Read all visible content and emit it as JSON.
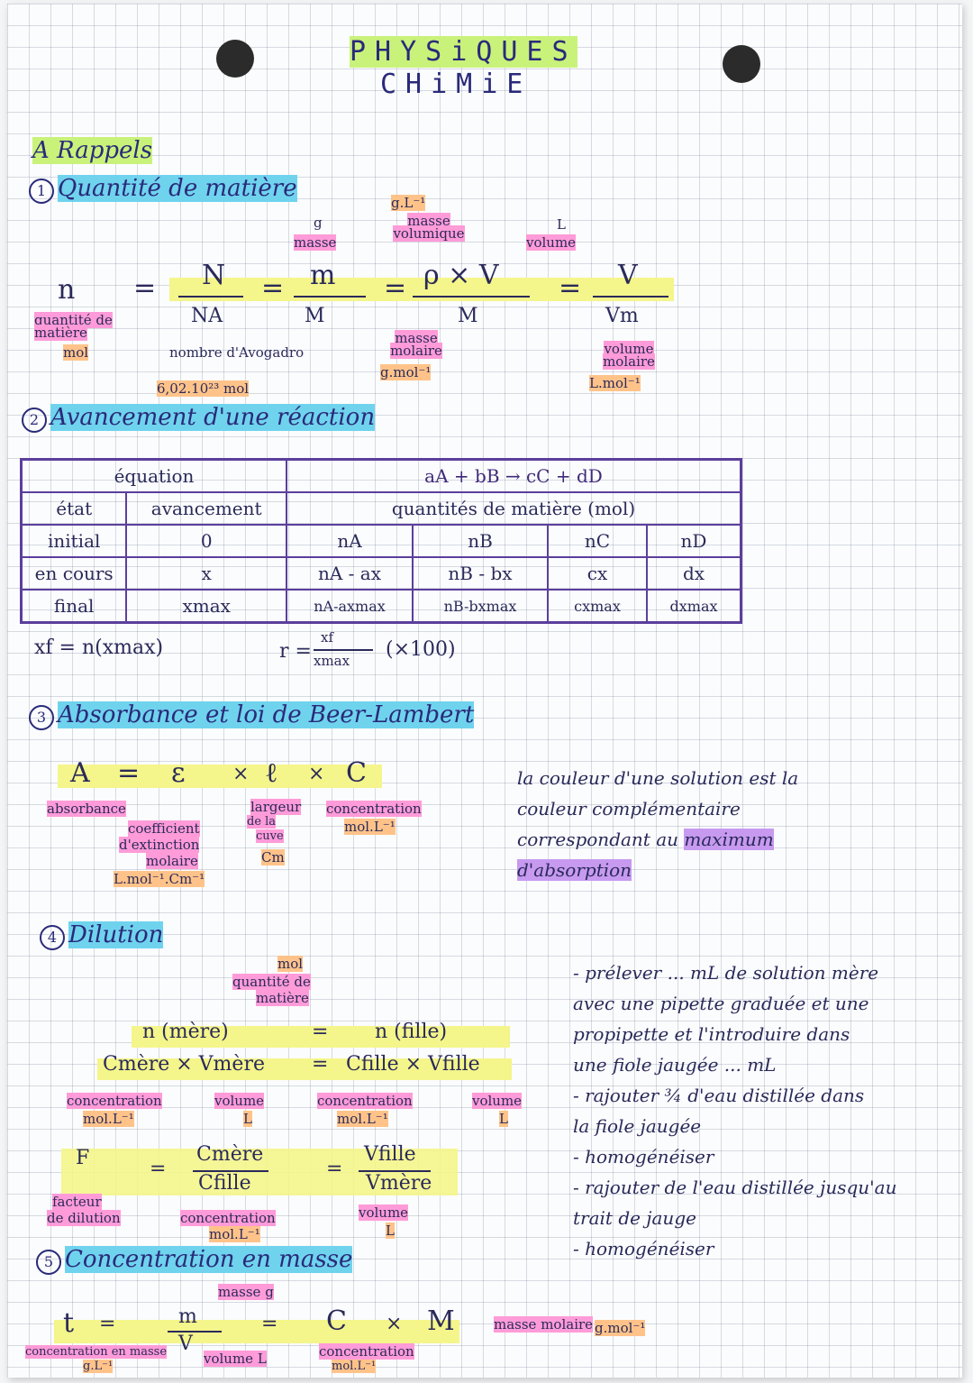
{
  "header": {
    "title_line1": "PHYSiQUES",
    "title_line2": "CHiMiE"
  },
  "sections": {
    "rappels": "A Rappels",
    "s1": {
      "num": "1",
      "title": "Quantité de matière"
    },
    "s2": {
      "num": "2",
      "title": "Avancement d'une réaction"
    },
    "s3": {
      "num": "3",
      "title": "Absorbance et loi de Beer-Lambert"
    },
    "s4": {
      "num": "4",
      "title": "Dilution"
    },
    "s5": {
      "num": "5",
      "title": "Concentration en masse"
    }
  },
  "quantite": {
    "n": "n",
    "eq": "=",
    "N": "N",
    "NA": "NA",
    "m": "m",
    "M1": "M",
    "rhoV": "ρ × V",
    "M2": "M",
    "V": "V",
    "Vm": "Vm",
    "n_label": "quantité de matière",
    "n_unit": "mol",
    "NA_label": "nombre d'Avogadro",
    "NA_value": "6,02.10²³ mol",
    "m_label": "masse",
    "m_unit": "g",
    "rho_label": "masse volumique",
    "rho_unit": "g.L⁻¹",
    "V_label": "volume",
    "V_unit": "L",
    "M_label": "masse molaire",
    "M_unit": "g.mol⁻¹",
    "Vm_label": "volume molaire",
    "Vm_unit": "L.mol⁻¹"
  },
  "table": {
    "equation_label": "équation",
    "equation": "aA  +  bB  →  cC  +  dD",
    "etat": "état",
    "avancement": "avancement",
    "quantites": "quantités de matière (mol)",
    "rows": [
      {
        "etat": "initial",
        "av": "0",
        "A": "nA",
        "B": "nB",
        "C": "nC",
        "D": "nD"
      },
      {
        "etat": "en cours",
        "av": "x",
        "A": "nA - ax",
        "B": "nB - bx",
        "C": "cx",
        "D": "dx"
      },
      {
        "etat": "final",
        "av": "xmax",
        "A": "nA-axmax",
        "B": "nB-bxmax",
        "C": "cxmax",
        "D": "dxmax"
      }
    ],
    "xf_formula": "xf = n(xmax)",
    "r_left": "r =",
    "r_num": "xf",
    "r_den": "xmax",
    "r_factor": "(×100)"
  },
  "beer": {
    "A": "A",
    "eq": "=",
    "eps": "ε",
    "times1": "×",
    "l": "ℓ",
    "times2": "×",
    "C": "C",
    "A_label": "absorbance",
    "eps_label1": "coefficient",
    "eps_label2": "d'extinction",
    "eps_label3": "molaire",
    "eps_unit": "L.mol⁻¹.Cm⁻¹",
    "l_label1": "largeur",
    "l_label2": "de la",
    "l_label3": "cuve",
    "l_unit": "Cm",
    "C_label": "concentration",
    "C_unit": "mol.L⁻¹",
    "note_line1": "la couleur d'une solution est la",
    "note_line2": "couleur complémentaire",
    "note_line3_a": "correspondant au ",
    "note_line3_b": "maximum",
    "note_line4": "d'absorption"
  },
  "dilution": {
    "mol_label": "mol",
    "qm_label1": "quantité de",
    "qm_label2": "matière",
    "n_mere": "n (mère)",
    "eq": "=",
    "n_fille": "n (fille)",
    "cv_mere": "Cmère × Vmère",
    "cv_fille": "Cfille × Vfille",
    "conc": "concentration",
    "vol": "volume",
    "conc_unit": "mol.L⁻¹",
    "vol_unit": "L",
    "F": "F",
    "frac1_num": "Cmère",
    "frac1_den": "Cfille",
    "frac2_num": "Vfille",
    "frac2_den": "Vmère",
    "F_label1": "facteur",
    "F_label2": "de dilution",
    "frac1_label": "concentration",
    "frac1_unit": "mol.L⁻¹",
    "frac2_label": "volume",
    "frac2_unit": "L",
    "steps": [
      "- prélever ... mL de solution mère",
      "  avec une pipette graduée et une",
      "  propipette et l'introduire dans",
      "  une fiole jaugée ... mL",
      "- rajouter ¾ d'eau distillée dans",
      "  la fiole jaugée",
      "- homogénéiser",
      "- rajouter de l'eau distillée jusqu'au",
      "  trait de jauge",
      "- homogénéiser"
    ]
  },
  "conc_masse": {
    "t": "t",
    "eq1": "=",
    "m": "m",
    "V": "V",
    "eq2": "=",
    "C": "C",
    "times": "×",
    "M": "M",
    "masse_label": "masse g",
    "t_label": "concentration en masse",
    "t_unit": "g.L⁻¹",
    "V_label": "volume L",
    "C_label": "concentration",
    "C_unit": "mol.L⁻¹",
    "M_label": "masse molaire",
    "M_unit": "g.mol⁻¹"
  }
}
